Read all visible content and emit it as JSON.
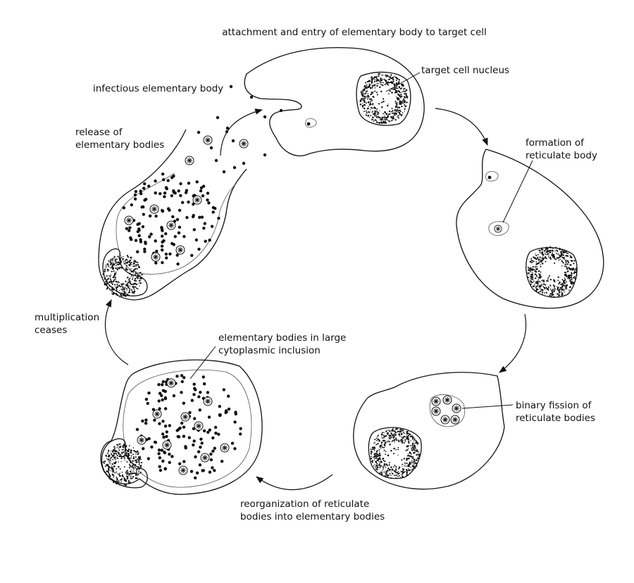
{
  "diagram": {
    "labels": {
      "attachment": "attachment and entry of elementary body to target cell",
      "infectious": "infectious elementary body",
      "target_nucleus": "target cell nucleus",
      "formation_1": "formation of",
      "formation_2": "reticulate body",
      "release_1": "release of",
      "release_2": "elementary bodies",
      "multiplication_1": "multiplication",
      "multiplication_2": "ceases",
      "elementary_large_1": "elementary bodies in large",
      "elementary_large_2": "cytoplasmic inclusion",
      "binary_1": "binary fission of",
      "binary_2": "reticulate bodies",
      "reorg_1": "reorganization of reticulate",
      "reorg_2": "bodies into elementary bodies"
    },
    "colors": {
      "ink": "#111111",
      "inclusion_outline": "#555555",
      "background": "#ffffff"
    }
  }
}
